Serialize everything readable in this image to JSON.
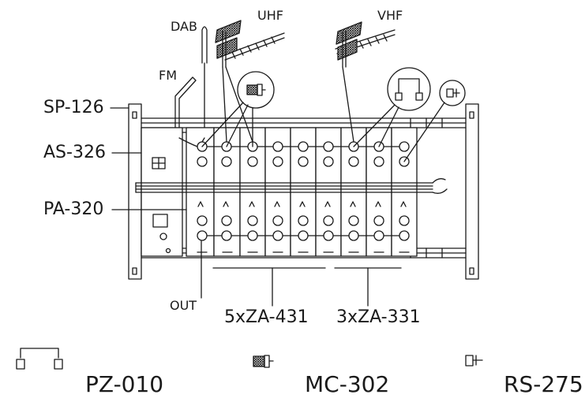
{
  "labels": {
    "dab": "DAB",
    "uhf": "UHF",
    "vhf": "VHF",
    "fm": "FM",
    "sp126": "SP-126",
    "as326": "AS-326",
    "pa320": "PA-320",
    "out": "OUT",
    "za431": "5xZA-431",
    "za331": "3xZA-331"
  },
  "accessories": {
    "pz010": "PZ-010",
    "mc302": "MC-302",
    "rs275": "RS-275"
  },
  "colors": {
    "ink": "#1a1a1a",
    "paper": "#ffffff",
    "shade": "#d9d9d9"
  }
}
